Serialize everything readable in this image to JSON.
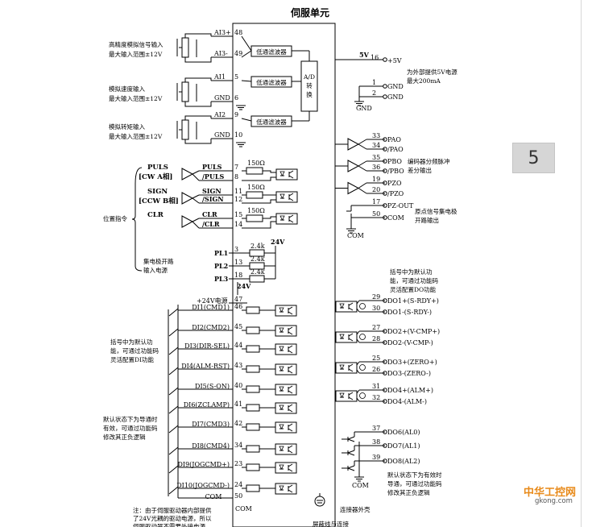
{
  "title": "伺服单元",
  "page_number": "5",
  "watermark": {
    "brand": "中华工控网",
    "site": "gkong.com"
  },
  "analog_inputs": [
    {
      "note": [
        "高精度模拟信号输入",
        "最大输入范围±12V"
      ],
      "pins": [
        {
          "name": "AI3+",
          "num": "48"
        },
        {
          "name": "AI3-",
          "num": "49"
        }
      ]
    },
    {
      "note": [
        "模拟速度输入",
        "最大输入范围±12V"
      ],
      "pins": [
        {
          "name": "AI1",
          "num": "5"
        },
        {
          "name": "GND",
          "num": "6"
        }
      ]
    },
    {
      "note": [
        "模拟转矩输入",
        "最大输入范围±12V"
      ],
      "pins": [
        {
          "name": "AI2",
          "num": "9"
        },
        {
          "name": "GND",
          "num": "10"
        }
      ]
    }
  ],
  "filter_label": "低通滤波器",
  "adc_label": [
    "A/D",
    "转",
    "换"
  ],
  "pulse_inputs": [
    {
      "sig": "PULS",
      "sub": "[CW A相]",
      "pins": [
        {
          "name": "PULS",
          "num": "7"
        },
        {
          "name": "/PULS",
          "num": "8"
        }
      ]
    },
    {
      "sig": "SIGN",
      "sub": "[CCW B相]",
      "pins": [
        {
          "name": "SIGN",
          "num": "11"
        },
        {
          "name": "/SIGN",
          "num": "12"
        }
      ]
    },
    {
      "sig": "CLR",
      "sub": "",
      "pins": [
        {
          "name": "CLR",
          "num": "15"
        },
        {
          "name": "/CLR",
          "num": "14"
        }
      ]
    }
  ],
  "resistor_150": "150Ω",
  "position_cmd_label": "位置指令",
  "collector_note": [
    "集电极开路",
    "输入电源"
  ],
  "pl_pins": [
    {
      "name": "PL1",
      "num": "3"
    },
    {
      "name": "PL2",
      "num": "13"
    },
    {
      "name": "PL3",
      "num": "18"
    }
  ],
  "resistor_2k4": "2.4k",
  "v24": "24V",
  "plus24_label": "+24V电源",
  "plus24_num": "47",
  "di_pins": [
    {
      "name": "DI1(CMD1)",
      "num": "46"
    },
    {
      "name": "DI2(CMD2)",
      "num": "45"
    },
    {
      "name": "DI3(DIR-SEL)",
      "num": "44"
    },
    {
      "name": "DI4(ALM-RST)",
      "num": "43"
    },
    {
      "name": "DI5(S-ON)",
      "num": "40"
    },
    {
      "name": "DI6(ZCLAMP)",
      "num": "41"
    },
    {
      "name": "DI7(CMD3)",
      "num": "42"
    },
    {
      "name": "DI8(CMD4)",
      "num": "34"
    },
    {
      "name": "DI9(JOGCMD+)",
      "num": "23"
    },
    {
      "name": "DI10(JOGCMD-)",
      "num": "24"
    }
  ],
  "com_in": {
    "name": "COM",
    "num": "50"
  },
  "com_in_gnd": "COM",
  "di_note1": [
    "括号中为默认功",
    "能，可通过功能码",
    "灵活配置DI功能"
  ],
  "di_note2": [
    "默认状态下为导通时",
    "有效，可通过功能码",
    "修改其正负逻辑"
  ],
  "bottom_note": [
    "注：由于伺服驱动器内部提供",
    "了24V光耦的驱动电源，所以",
    "伺服驱动器不需要外接电源"
  ],
  "v5": {
    "label": "5V",
    "name": "+5V",
    "num": "16"
  },
  "v5_note": [
    "为外部提供5V电源",
    "最大200mA"
  ],
  "gnd_pins": [
    {
      "name": "GND",
      "num": "1"
    },
    {
      "name": "GND",
      "num": "2"
    }
  ],
  "gnd_label": "GND",
  "encoder_pins": [
    {
      "name": "PAO",
      "num": "33"
    },
    {
      "name": "/PAO",
      "num": "34"
    },
    {
      "name": "PBO",
      "num": "35"
    },
    {
      "name": "/PBO",
      "num": "36"
    },
    {
      "name": "PZO",
      "num": "19"
    },
    {
      "name": "/PZO",
      "num": "20"
    }
  ],
  "encoder_note": [
    "编码器分频脉冲",
    "差分输出"
  ],
  "pz_pins": [
    {
      "name": "PZ-OUT",
      "num": "17"
    },
    {
      "name": "COM",
      "num": "50"
    }
  ],
  "pz_note": [
    "原点信号集电极",
    "开路输出"
  ],
  "pz_com": "COM",
  "do_note": [
    "括号中为默认功",
    "能，可通过功能码",
    "灵活配置DO功能"
  ],
  "do_pins": [
    {
      "name": "DO1+(S-RDY+)",
      "num": "29"
    },
    {
      "name": "DO1-(S-RDY-)",
      "num": "30"
    },
    {
      "name": "DO2+(V-CMP+)",
      "num": "27"
    },
    {
      "name": "DO2-(V-CMP-)",
      "num": "28"
    },
    {
      "name": "DO3+(ZERO+)",
      "num": "25"
    },
    {
      "name": "DO3-(ZERO-)",
      "num": "26"
    },
    {
      "name": "DO4+(ALM+)",
      "num": "31"
    },
    {
      "name": "DO4-(ALM-)",
      "num": "32"
    }
  ],
  "do_oc_pins": [
    {
      "name": "DO6(AL0)",
      "num": "37"
    },
    {
      "name": "DO7(AL1)",
      "num": "38"
    },
    {
      "name": "DO8(AL2)",
      "num": "39"
    }
  ],
  "do_oc_com": "COM",
  "do_oc_note": [
    "默认状态下为有效时",
    "导通，可通过功能码",
    "修改其正负逻辑"
  ],
  "shield_label": "连接器外壳",
  "shield_bottom": "屏蔽线与连接",
  "colors": {
    "line": "#000000",
    "badge": "#d6d6d6",
    "watermark": "#e88a1a"
  }
}
